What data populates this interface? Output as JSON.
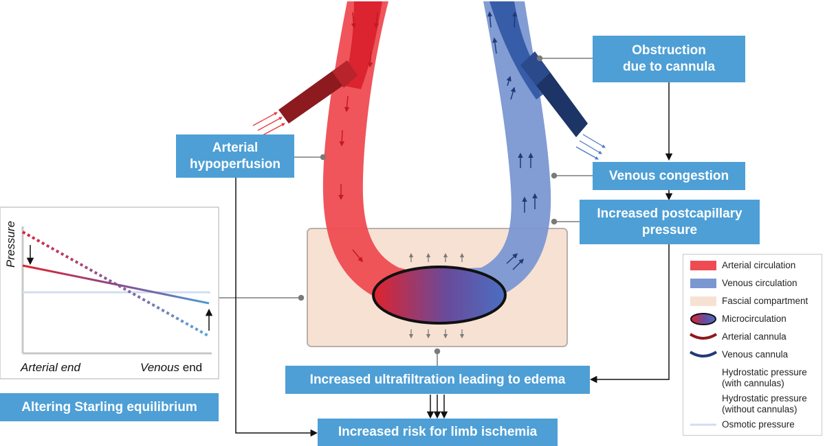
{
  "boxes": {
    "obstruction": "Obstruction\ndue to cannula",
    "arterial_hypoperfusion": "Arterial\nhypoperfusion",
    "venous_congestion": "Venous congestion",
    "postcapillary": "Increased postcapillary\npressure",
    "ultrafiltration": "Increased ultrafiltration leading to edema",
    "limb_ischemia": "Increased risk for limb ischemia",
    "starling": "Altering Starling equilibrium"
  },
  "inset_chart": {
    "ylabel": "Pressure",
    "xlabel_left": "Arterial end",
    "xlabel_right_italic": "Venous",
    "xlabel_right_plain": " end"
  },
  "legend": [
    {
      "icon": "arterial-circulation-swatch",
      "label": "Arterial circulation"
    },
    {
      "icon": "venous-circulation-swatch",
      "label": "Venous circulation"
    },
    {
      "icon": "fascial-compartment-swatch",
      "label": "Fascial compartment"
    },
    {
      "icon": "microcirculation-ellipse",
      "label": "Microcirculation"
    },
    {
      "icon": "arterial-cannula-curve",
      "label": "Arterial cannula"
    },
    {
      "icon": "venous-cannula-curve",
      "label": "Venous cannula"
    },
    {
      "icon": "hydrostatic-with-cannulas-line",
      "label": "Hydrostatic pressure\n(with cannulas)"
    },
    {
      "icon": "hydrostatic-without-cannulas-dotted",
      "label": "Hydrostatic pressure\n(without cannulas)"
    },
    {
      "icon": "osmotic-pressure-line",
      "label": "Osmotic pressure"
    }
  ],
  "colors": {
    "box_blue": "#4d9fd6",
    "arterial_red": "#e8363c",
    "arterial_cannula": "#8c1a1e",
    "venous_blue": "#6d8fcf",
    "venous_cannula": "#1f3a78",
    "fascial": "#f7e1d3",
    "osmotic": "#d3dcf2"
  }
}
